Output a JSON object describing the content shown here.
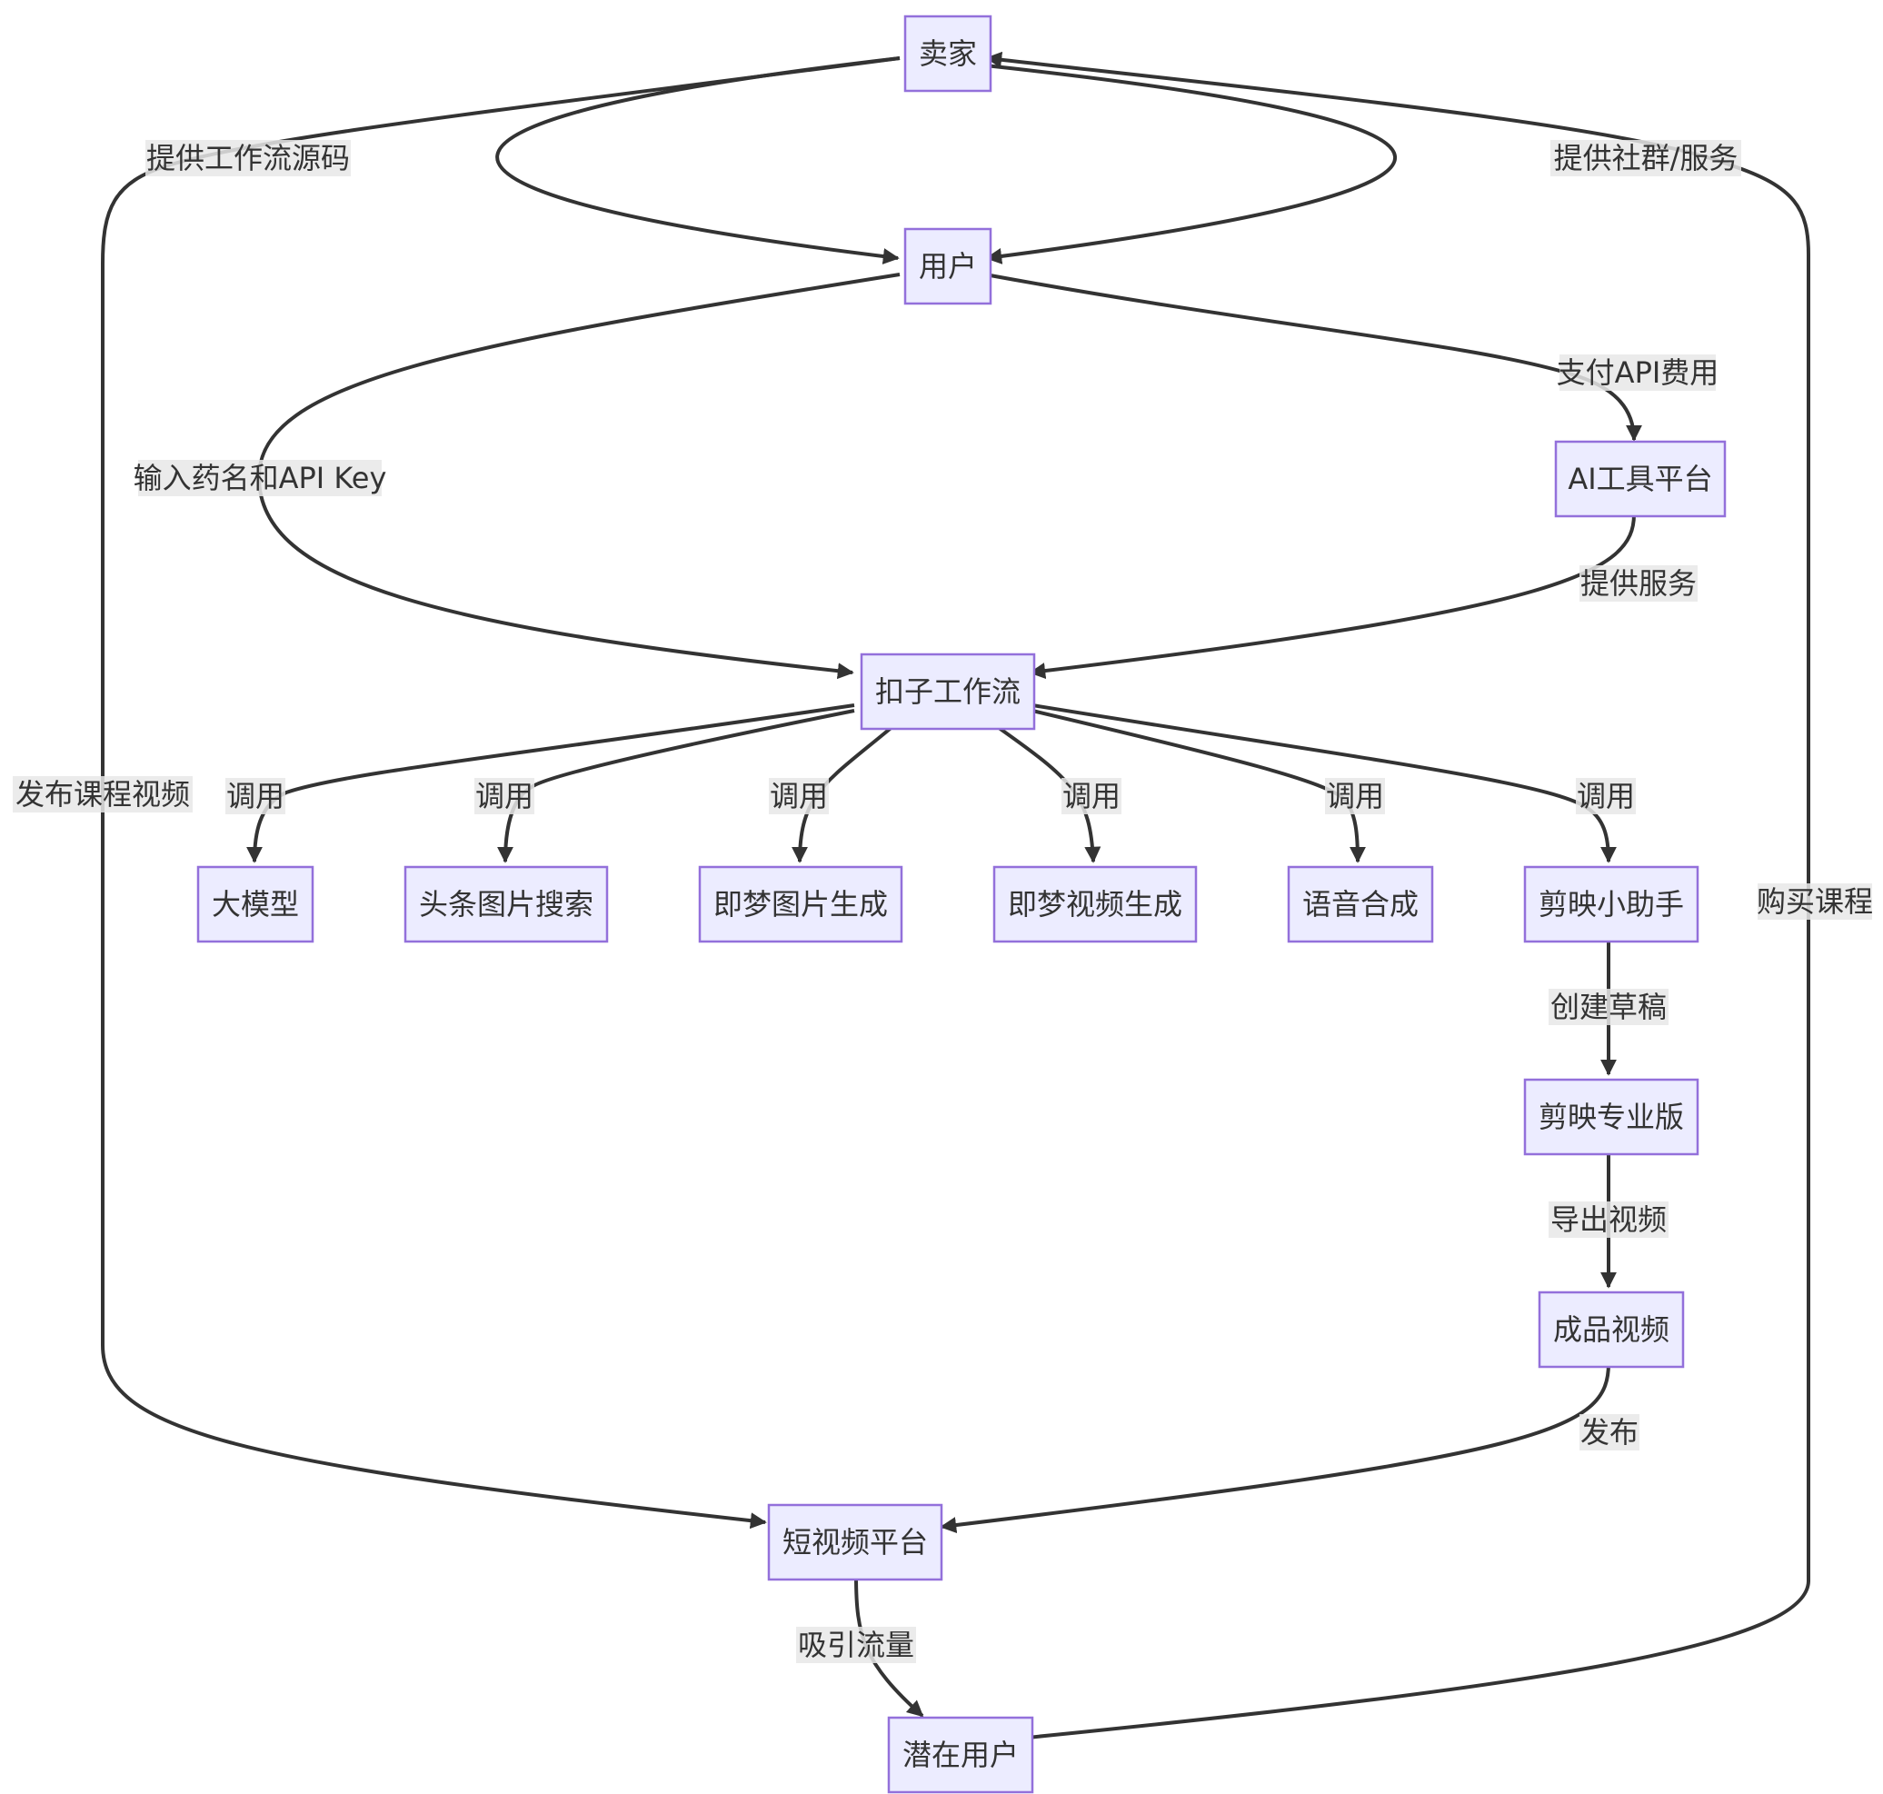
{
  "diagram": {
    "type": "flowchart",
    "colors": {
      "node_fill": "#ECECFF",
      "node_border": "#9370DB",
      "edge": "#333333",
      "text": "#333333",
      "label_bg": "#e8e8e8"
    },
    "nodes": {
      "seller": "卖家",
      "user": "用户",
      "ai_platform": "AI工具平台",
      "coze_workflow": "扣子工作流",
      "llm": "大模型",
      "toutiao_search": "头条图片搜索",
      "jimeng_image": "即梦图片生成",
      "jimeng_video": "即梦视频生成",
      "tts": "语音合成",
      "jianying_helper": "剪映小助手",
      "jianying_pro": "剪映专业版",
      "final_video": "成品视频",
      "short_video_platform": "短视频平台",
      "potential_user": "潜在用户"
    },
    "edge_labels": {
      "provide_source": "提供工作流源码",
      "provide_community": "提供社群/服务",
      "publish_course": "发布课程视频",
      "buy_course": "购买课程",
      "input_key": "输入药名和API Key",
      "pay_api": "支付API费用",
      "provide_service": "提供服务",
      "invoke_llm": "调用",
      "invoke_toutiao": "调用",
      "invoke_jimeng_image": "调用",
      "invoke_jimeng_video": "调用",
      "invoke_tts": "调用",
      "invoke_jianying": "调用",
      "create_draft": "创建草稿",
      "export_video": "导出视频",
      "publish": "发布",
      "attract_traffic": "吸引流量"
    }
  }
}
